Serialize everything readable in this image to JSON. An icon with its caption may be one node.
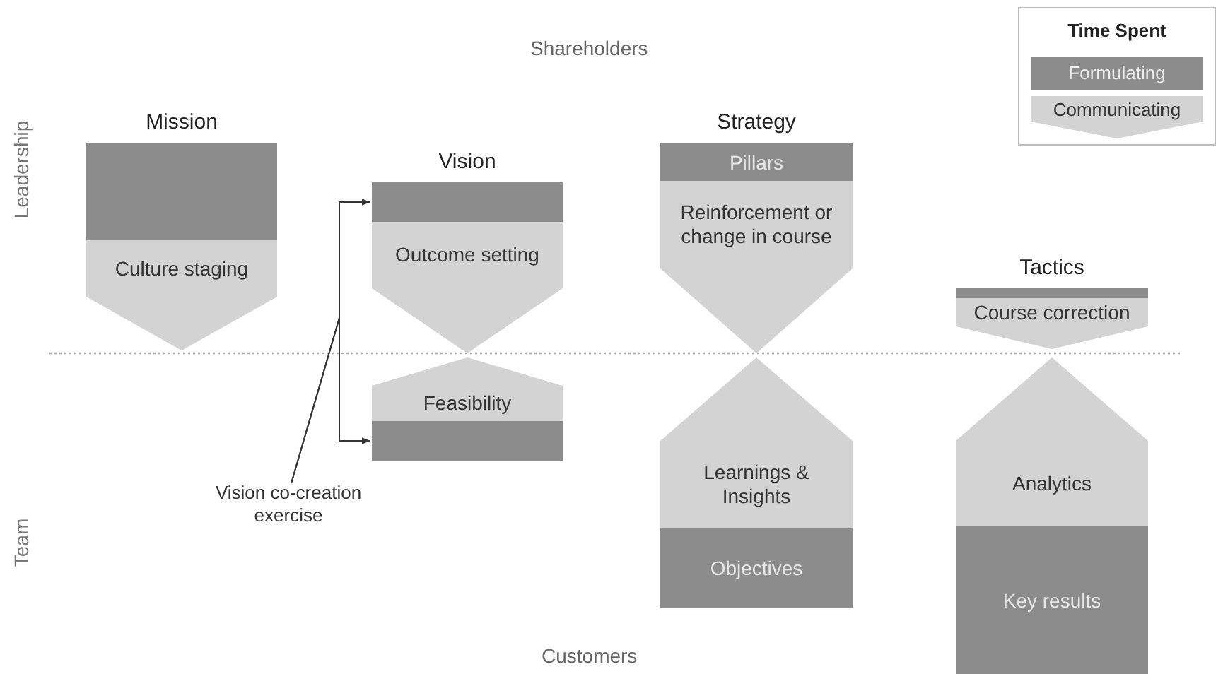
{
  "diagram": {
    "nodes": [
      {
        "text": [
          "Mission"
        ]
      },
      {
        "text": [
          "Culture staging"
        ]
      },
      {
        "text": [
          "Vision"
        ]
      },
      {
        "text": [
          "Outcome setting"
        ]
      },
      {
        "text": [
          "Feasibility"
        ]
      },
      {
        "text": [],
        "shape": "bar"
      },
      {
        "text": [
          "Strategy",
          "Pillars"
        ]
      },
      {
        "text": [
          "Reinforcement or change in course"
        ]
      },
      {
        "text": [
          "Learnings & Insights"
        ]
      },
      {
        "text": [
          "Objectives"
        ]
      },
      {
        "text": [
          "Tactics"
        ]
      },
      {
        "text": [
          "Course correction"
        ]
      },
      {
        "text": [
          "Analytics"
        ]
      },
      {
        "text": [
          "Key results"
        ]
      },
      {
        "text": [
          "Vision co-creation exercise"
        ]
      }
    ],
    "edges": [
      {
        "from": 14,
        "to": 2,
        "arrow": "to"
      },
      {
        "from": 14,
        "to": 5,
        "arrow": "to"
      }
    ],
    "labels": [
      "Shareholders",
      "Leadership",
      "Team",
      "Customers",
      "Time Spent"
    ],
    "legend": [
      {
        "text": "Formulating",
        "color": "#8c8c8c"
      },
      {
        "text": "Communicating",
        "color": "#d3d3d3"
      }
    ]
  }
}
